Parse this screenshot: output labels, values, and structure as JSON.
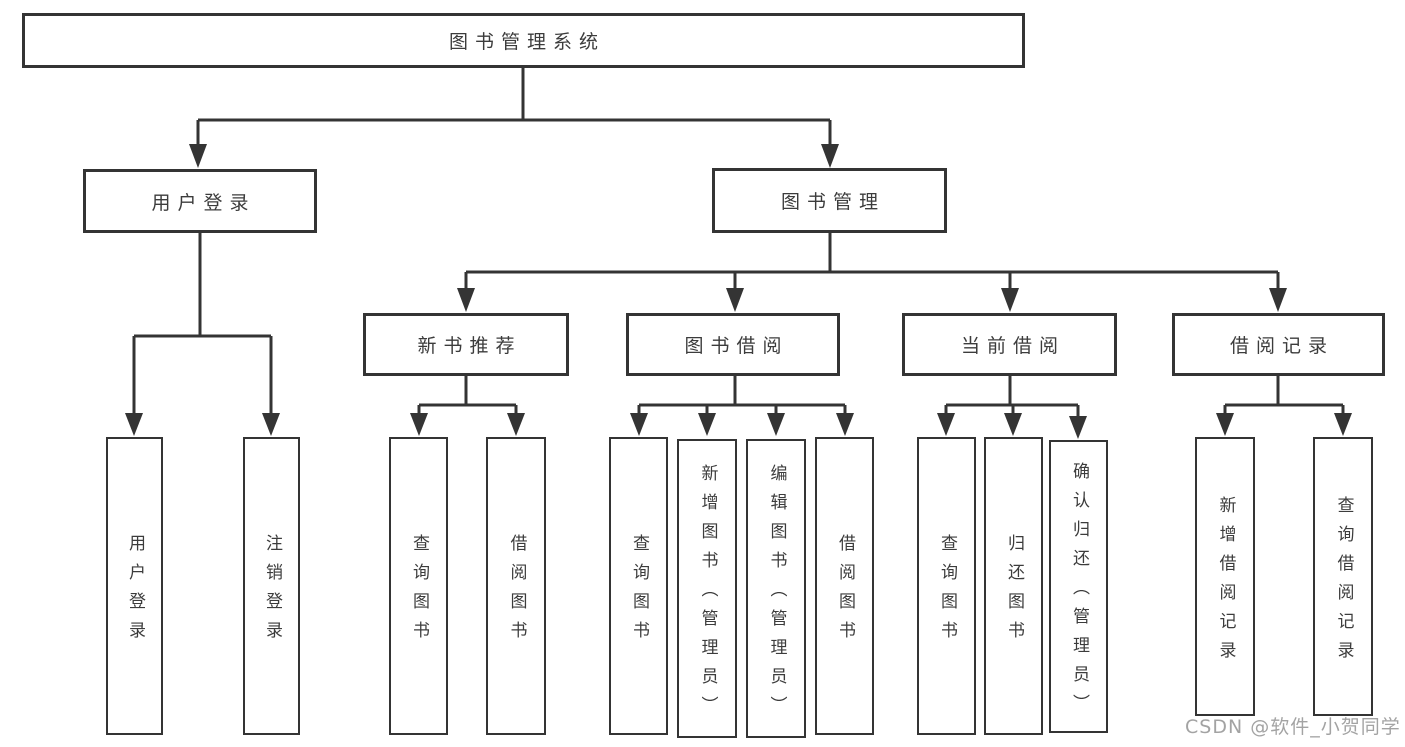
{
  "tree": {
    "root": "图书管理系统",
    "branches": [
      {
        "label": "用户登录",
        "leaves": [
          "用户登录",
          "注销登录"
        ]
      },
      {
        "label": "图书管理",
        "groups": [
          {
            "label": "新书推荐",
            "leaves": [
              "查询图书",
              "借阅图书"
            ]
          },
          {
            "label": "图书借阅",
            "leaves": [
              "查询图书",
              "新增图书（管理员）",
              "编辑图书（管理员）",
              "借阅图书"
            ]
          },
          {
            "label": "当前借阅",
            "leaves": [
              "查询图书",
              "归还图书",
              "确认归还（管理员）"
            ]
          },
          {
            "label": "借阅记录",
            "leaves": [
              "新增借阅记录",
              "查询借阅记录"
            ]
          }
        ]
      }
    ]
  },
  "watermark": "CSDN @软件_小贺同学",
  "colors": {
    "line": "#343434",
    "text": "#3c3c3c",
    "watermark": "#9b9b9b",
    "background": "#ffffff"
  }
}
